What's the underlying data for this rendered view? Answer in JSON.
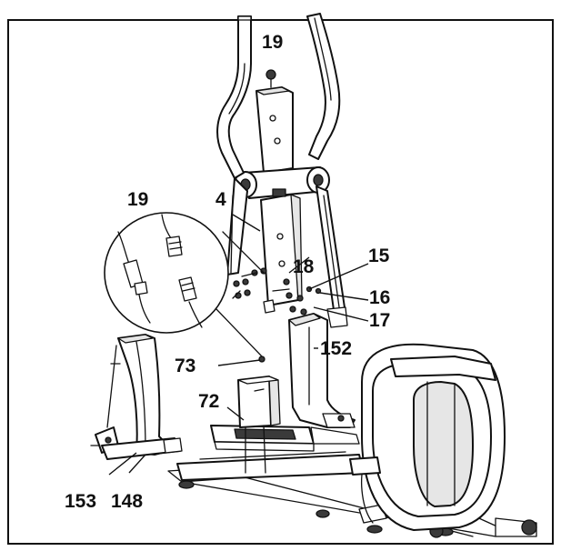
{
  "callouts": {
    "part_19_top": "19",
    "part_4": "4",
    "part_19_inset": "19",
    "part_15": "15",
    "part_18": "18",
    "part_16": "16",
    "part_17": "17",
    "part_73": "73",
    "part_152": "152",
    "part_72": "72",
    "part_153": "153",
    "part_148": "148"
  }
}
